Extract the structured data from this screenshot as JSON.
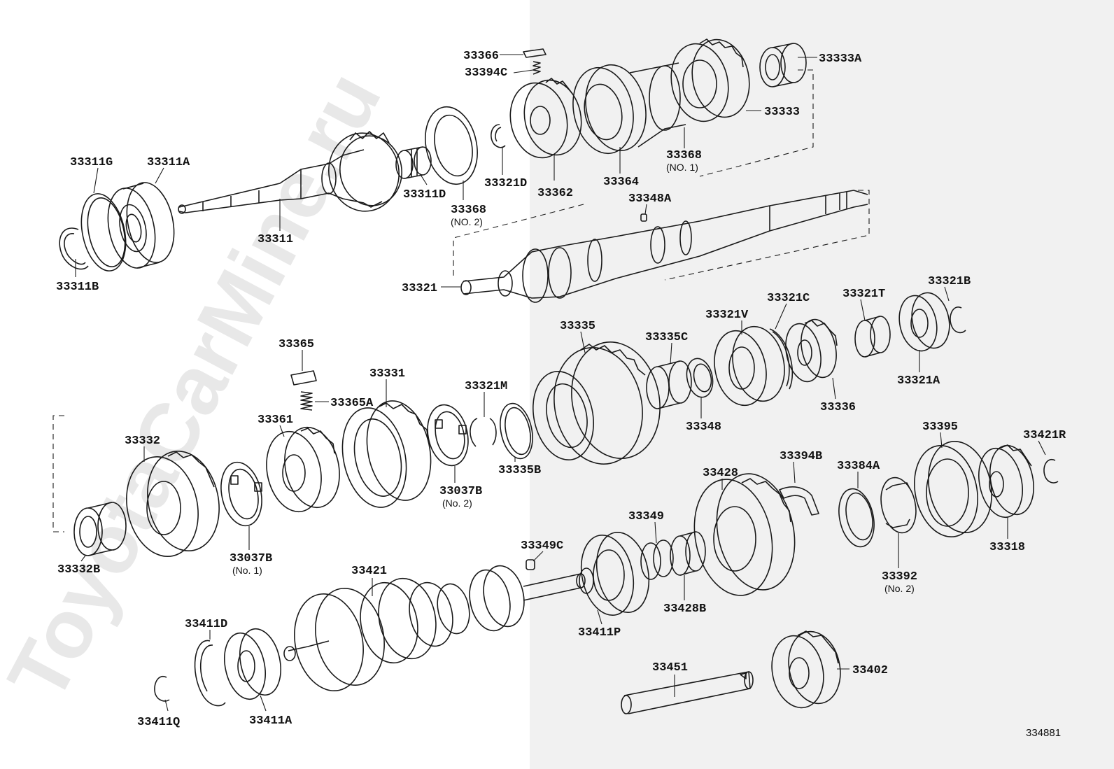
{
  "watermark": "ToyotaCarMine.ru",
  "figure_number": "334881",
  "colors": {
    "background": "#ffffff",
    "right_panel": "#f1f1f1",
    "ink": "#1a1a1a",
    "watermark": "#e8e8e8"
  },
  "labels": {
    "p33366": "33366",
    "p33394C": "33394C",
    "p33333A": "33333A",
    "p33333": "33333",
    "p33368_1": "33368",
    "p33368_1_sub": "(NO. 1)",
    "p33364": "33364",
    "p33362": "33362",
    "p33321D": "33321D",
    "p33368_2": "33368",
    "p33368_2_sub": "(NO. 2)",
    "p33311D": "33311D",
    "p33311G": "33311G",
    "p33311A": "33311A",
    "p33311": "33311",
    "p33311B": "33311B",
    "p33348A": "33348A",
    "p33321": "33321",
    "p33321B": "33321B",
    "p33321T": "33321T",
    "p33321C": "33321C",
    "p33321V": "33321V",
    "p33335": "33335",
    "p33335C": "33335C",
    "p33321A": "33321A",
    "p33336": "33336",
    "p33348": "33348",
    "p33365": "33365",
    "p33365A": "33365A",
    "p33331": "33331",
    "p33321M": "33321M",
    "p33361": "33361",
    "p33332": "33332",
    "p33037B_2": "33037B",
    "p33037B_2_sub": "(No. 2)",
    "p33335B": "33335B",
    "p33037B_1": "33037B",
    "p33037B_1_sub": "(No. 1)",
    "p33332B": "33332B",
    "p33395": "33395",
    "p33421R": "33421R",
    "p33394B": "33394B",
    "p33384A": "33384A",
    "p33428": "33428",
    "p33349": "33349",
    "p33349C": "33349C",
    "p33318": "33318",
    "p33392": "33392",
    "p33392_sub": "(No. 2)",
    "p33428B": "33428B",
    "p33411P": "33411P",
    "p33421": "33421",
    "p33411D": "33411D",
    "p33411Q": "33411Q",
    "p33411A": "33411A",
    "p33451": "33451",
    "p33402": "33402"
  }
}
